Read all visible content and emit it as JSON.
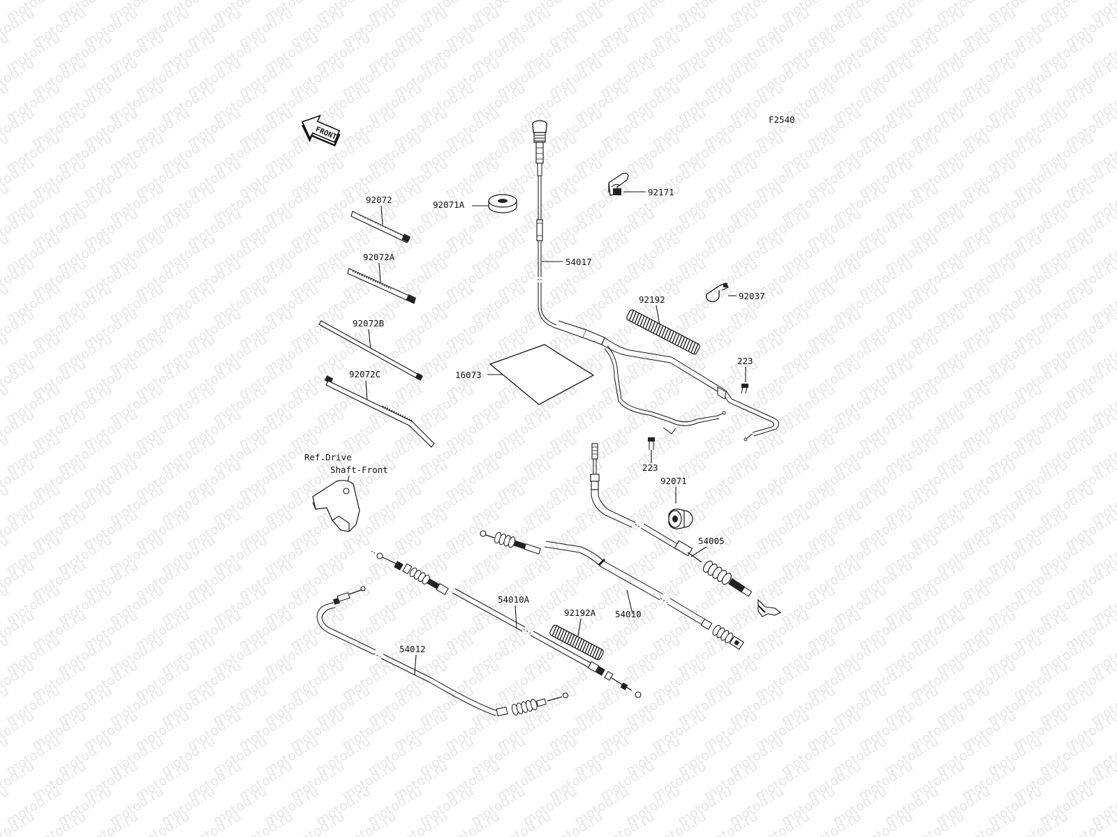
{
  "diagram_code": "F2540",
  "watermark_text": "motod.ru",
  "front_arrow": {
    "text": "FRONT",
    "icon": "front-arrow-icon"
  },
  "reference_note": {
    "line1": "Ref.Drive",
    "line2": "Shaft-Front"
  },
  "parts": [
    {
      "id": "92072",
      "icon": "cable-tie-icon"
    },
    {
      "id": "92072A",
      "icon": "cable-tie-icon"
    },
    {
      "id": "92072B",
      "icon": "cable-tie-icon"
    },
    {
      "id": "92072C",
      "icon": "cable-tie-icon"
    },
    {
      "id": "92071A",
      "icon": "grommet-icon"
    },
    {
      "id": "54017",
      "icon": "choke-cable-icon"
    },
    {
      "id": "92171",
      "icon": "clamp-icon"
    },
    {
      "id": "92037",
      "icon": "clamp-icon"
    },
    {
      "id": "92192",
      "icon": "protector-tube-icon"
    },
    {
      "id": "16073",
      "icon": "sheet-icon"
    },
    {
      "id": "223",
      "icon": "screw-icon"
    },
    {
      "id": "223",
      "icon": "screw-icon"
    },
    {
      "id": "92071",
      "icon": "grommet-icon"
    },
    {
      "id": "54005",
      "icon": "throttle-cable-icon"
    },
    {
      "id": "54010A",
      "icon": "brake-cable-icon"
    },
    {
      "id": "92192A",
      "icon": "protector-tube-icon"
    },
    {
      "id": "54010",
      "icon": "brake-cable-icon"
    },
    {
      "id": "54012",
      "icon": "brake-cable-icon"
    }
  ]
}
